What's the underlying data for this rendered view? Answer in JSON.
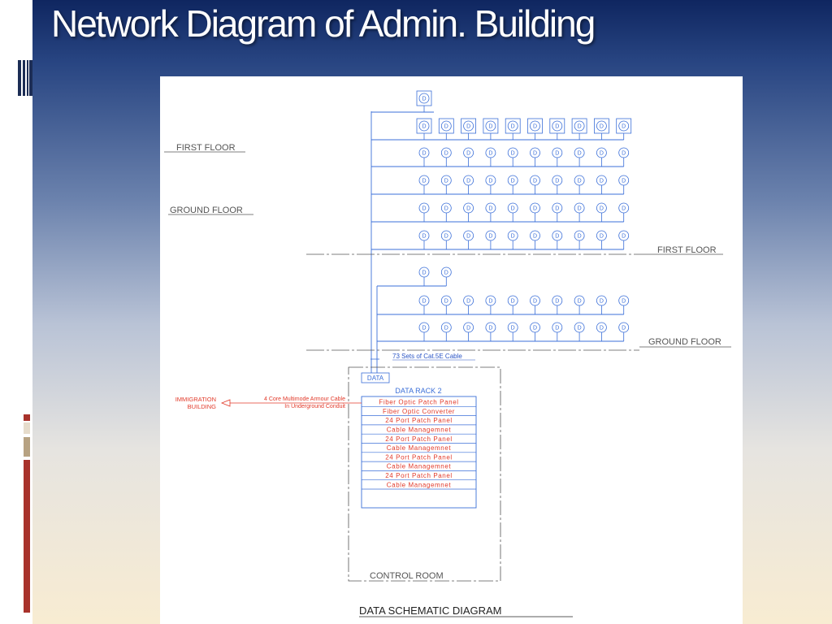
{
  "slide": {
    "title": "Network Diagram of Admin. Building"
  },
  "colors": {
    "wire": "#3b6fd8",
    "label_gray": "#555555",
    "rack_red": "#e23a2a",
    "accent_red": "#a8322b",
    "accent_tan": "#b7a282",
    "accent_light": "#e6dccb"
  },
  "diagram": {
    "outlet_label": "D",
    "floor_labels_left": [
      "FIRST FLOOR",
      "GROUND FLOOR"
    ],
    "floor_labels_right": [
      "FIRST FLOOR",
      "GROUND FLOOR"
    ],
    "rows": [
      {
        "outlets": 1,
        "boxed": true
      },
      {
        "outlets": 10,
        "boxed": true
      },
      {
        "outlets": 10,
        "boxed": false
      },
      {
        "outlets": 10,
        "boxed": false
      },
      {
        "outlets": 10,
        "boxed": false
      },
      {
        "outlets": 10,
        "boxed": false
      },
      {
        "outlets": 2,
        "boxed": false
      },
      {
        "outlets": 10,
        "boxed": false
      },
      {
        "outlets": 10,
        "boxed": false
      }
    ],
    "cable_note": "73 Sets of Cat.5E Cable",
    "data_box_label": "DATA",
    "rack_title": "DATA RACK 2",
    "rack_items": [
      "Fiber Optic Patch Panel",
      "Fiber Optic Converter",
      "24 Port Patch Panel",
      "Cable Managemnet",
      "24 Port Patch Panel",
      "Cable Managemnet",
      "24 Port Patch Panel",
      "Cable Managemnet",
      "24 Port Patch Panel",
      "Cable Managemnet"
    ],
    "immigration_label": [
      "IMMIGRATION",
      "BUILDING"
    ],
    "fiber_label": [
      "4 Core Multimode Armour Cable",
      "In Underground Conduit"
    ],
    "room_label": "CONTROL ROOM",
    "caption": "DATA SCHEMATIC DIAGRAM"
  }
}
